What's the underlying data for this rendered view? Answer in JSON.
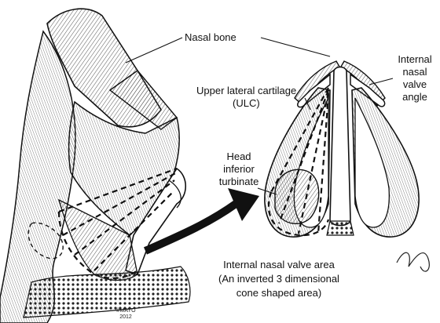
{
  "labels": {
    "nasal_bone": "Nasal bone",
    "ulc_line1": "Upper lateral cartilage",
    "ulc_line2": "(ULC)",
    "turbinate_line1": "Head",
    "turbinate_line2": "inferior",
    "turbinate_line3": "turbinate",
    "valve_angle_line1": "Internal",
    "valve_angle_line2": "nasal",
    "valve_angle_line3": "valve",
    "valve_angle_line4": "angle",
    "valve_area_line1": "Internal nasal valve area",
    "valve_area_line2": "(An inverted 3 dimensional",
    "valve_area_line3": "cone shaped area)"
  },
  "credit": {
    "line1": "©MAYO",
    "line2": "2012"
  },
  "colors": {
    "ink": "#111111",
    "background": "#ffffff",
    "hatch": "#555555"
  }
}
